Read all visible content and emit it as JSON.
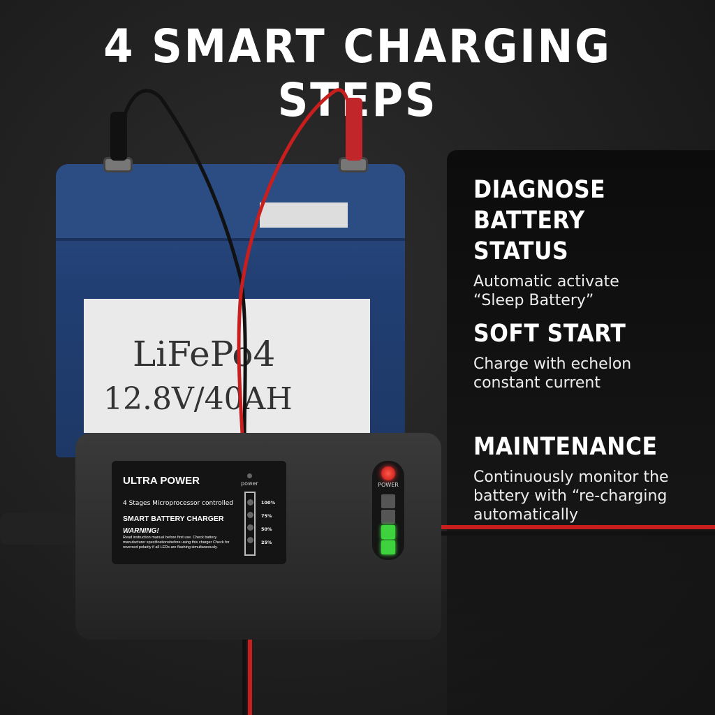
{
  "title": "4 SMART CHARGING STEPS",
  "features": [
    {
      "heading": "DIAGNOSE BATTERY STATUS",
      "text": "Automatic activate “Sleep Battery”"
    },
    {
      "heading": "SOFT START",
      "text": "Charge with echelon constant current"
    },
    {
      "heading": "MAINTENANCE",
      "text": "Continuously monitor the battery with “re-charging automatically"
    }
  ],
  "battery": {
    "line1": "LiFePo4",
    "line2": "12.8V/40AH",
    "color": "#2a4a80"
  },
  "charger": {
    "logo": "ULTRA POWER",
    "stages": "4 Stages Microprocessor controlled",
    "name": "SMART BATTERY CHARGER",
    "warning": "WARNING!",
    "warning_text": "Read instruction manual before first use. Check battery manufacturer specificationsbefore using this charger Check for reversed polarity if all LEDs are flashing simultaneously.",
    "power_label": "power",
    "levels": [
      "100%",
      "75%",
      "50%",
      "25%"
    ],
    "led_power_label": "POWER",
    "leds_lit": 2,
    "leds_total": 4,
    "led_color": "#3ed23e"
  }
}
